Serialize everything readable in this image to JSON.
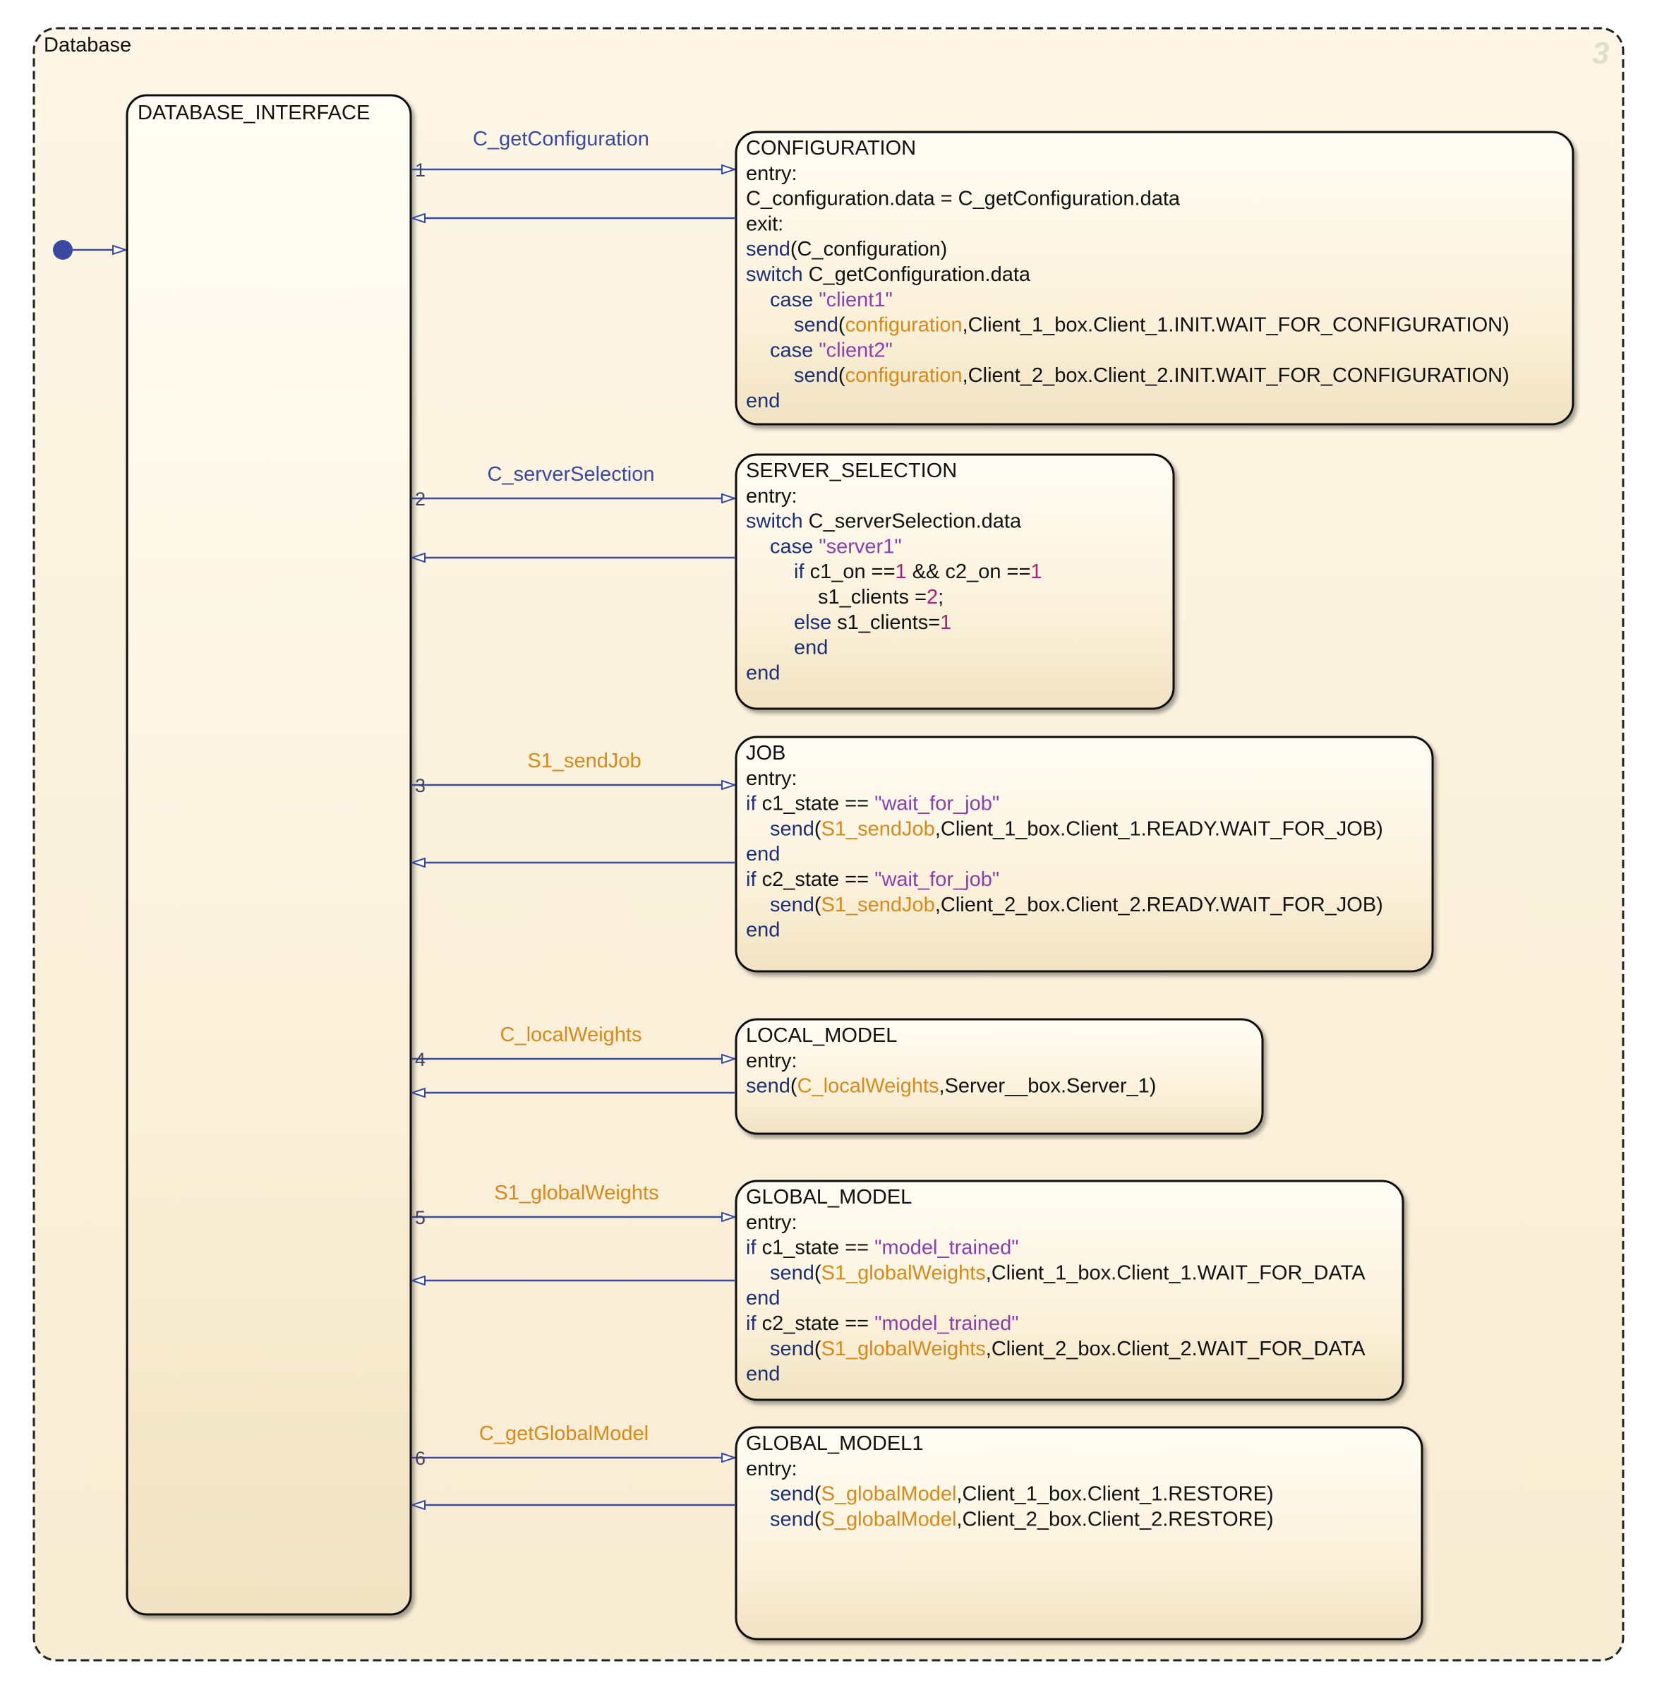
{
  "colors": {
    "keyword": "#1a2f78",
    "string": "#8a3fb0",
    "event": "#d9891a",
    "number": "#b0207a",
    "text": "#111111",
    "arrow": "#3b4aa0",
    "label_blue": "#3b4aa0",
    "label_orange": "#d9891a"
  },
  "chart": {
    "title": "Database",
    "badge": "3",
    "interface_state": "DATABASE_INTERFACE",
    "transitions": [
      {
        "order": "1",
        "label": "C_getConfiguration",
        "label_color": "blue"
      },
      {
        "order": "2",
        "label": "C_serverSelection",
        "label_color": "blue"
      },
      {
        "order": "3",
        "label": "S1_sendJob",
        "label_color": "orange"
      },
      {
        "order": "4",
        "label": "C_localWeights",
        "label_color": "orange"
      },
      {
        "order": "5",
        "label": "S1_globalWeights",
        "label_color": "orange"
      },
      {
        "order": "6",
        "label": "C_getGlobalModel",
        "label_color": "orange"
      }
    ],
    "states": [
      {
        "name": "CONFIGURATION",
        "lines": [
          [
            [
              "t",
              "entry:"
            ]
          ],
          [
            [
              "t",
              "C_configuration.data = C_getConfiguration.data"
            ]
          ],
          [
            [
              "t",
              "exit:"
            ]
          ],
          [
            [
              "k",
              "send"
            ],
            [
              "t",
              "(C_configuration)"
            ]
          ],
          [
            [
              "k",
              "switch "
            ],
            [
              "t",
              "C_getConfiguration.data"
            ]
          ],
          [
            [
              "i",
              "1"
            ],
            [
              "k",
              "case "
            ],
            [
              "s",
              "\"client1\""
            ]
          ],
          [
            [
              "i",
              "2"
            ],
            [
              "k",
              "send"
            ],
            [
              "t",
              "("
            ],
            [
              "e",
              "configuration"
            ],
            [
              "t",
              ",Client_1_box.Client_1.INIT.WAIT_FOR_CONFIGURATION)"
            ]
          ],
          [
            [
              "i",
              "1"
            ],
            [
              "k",
              "case "
            ],
            [
              "s",
              "\"client2\""
            ]
          ],
          [
            [
              "i",
              "2"
            ],
            [
              "k",
              "send"
            ],
            [
              "t",
              "("
            ],
            [
              "e",
              "configuration"
            ],
            [
              "t",
              ",Client_2_box.Client_2.INIT.WAIT_FOR_CONFIGURATION)"
            ]
          ],
          [
            [
              "k",
              "end"
            ]
          ]
        ]
      },
      {
        "name": "SERVER_SELECTION",
        "lines": [
          [
            [
              "t",
              "entry:"
            ]
          ],
          [
            [
              "k",
              "switch "
            ],
            [
              "t",
              "C_serverSelection.data"
            ]
          ],
          [
            [
              "i",
              "1"
            ],
            [
              "k",
              "case "
            ],
            [
              "s",
              "\"server1\""
            ]
          ],
          [
            [
              "i",
              "2"
            ],
            [
              "k",
              "if "
            ],
            [
              "t",
              "c1_on =="
            ],
            [
              "n",
              "1"
            ],
            [
              "t",
              " && c2_on =="
            ],
            [
              "n",
              "1"
            ]
          ],
          [
            [
              "i",
              "3"
            ],
            [
              "t",
              "s1_clients ="
            ],
            [
              "n",
              "2"
            ],
            [
              "t",
              ";"
            ]
          ],
          [
            [
              "i",
              "2"
            ],
            [
              "k",
              "else "
            ],
            [
              "t",
              "s1_clients="
            ],
            [
              "n",
              "1"
            ]
          ],
          [
            [
              "i",
              "2"
            ],
            [
              "k",
              "end"
            ]
          ],
          [
            [
              "k",
              "end"
            ]
          ]
        ]
      },
      {
        "name": "JOB",
        "lines": [
          [
            [
              "t",
              "entry:"
            ]
          ],
          [
            [
              "k",
              "if "
            ],
            [
              "t",
              "c1_state == "
            ],
            [
              "s",
              "\"wait_for_job\""
            ]
          ],
          [
            [
              "i",
              "1"
            ],
            [
              "k",
              "send"
            ],
            [
              "t",
              "("
            ],
            [
              "e",
              "S1_sendJob"
            ],
            [
              "t",
              ",Client_1_box.Client_1.READY.WAIT_FOR_JOB)"
            ]
          ],
          [
            [
              "k",
              "end"
            ]
          ],
          [
            [
              "k",
              "if "
            ],
            [
              "t",
              "c2_state == "
            ],
            [
              "s",
              "\"wait_for_job\""
            ]
          ],
          [
            [
              "i",
              "1"
            ],
            [
              "k",
              "send"
            ],
            [
              "t",
              "("
            ],
            [
              "e",
              "S1_sendJob"
            ],
            [
              "t",
              ",Client_2_box.Client_2.READY.WAIT_FOR_JOB)"
            ]
          ],
          [
            [
              "k",
              "end"
            ]
          ]
        ]
      },
      {
        "name": "LOCAL_MODEL",
        "lines": [
          [
            [
              "t",
              "entry:"
            ]
          ],
          [
            [
              "k",
              "send"
            ],
            [
              "t",
              "("
            ],
            [
              "e",
              "C_localWeights"
            ],
            [
              "t",
              ",Server__box.Server_1)"
            ]
          ]
        ]
      },
      {
        "name": "GLOBAL_MODEL",
        "lines": [
          [
            [
              "t",
              "entry:"
            ]
          ],
          [
            [
              "k",
              "if "
            ],
            [
              "t",
              "c1_state == "
            ],
            [
              "s",
              "\"model_trained\""
            ]
          ],
          [
            [
              "i",
              "1"
            ],
            [
              "k",
              "send"
            ],
            [
              "t",
              "("
            ],
            [
              "e",
              "S1_globalWeights"
            ],
            [
              "t",
              ",Client_1_box.Client_1.WAIT_FOR_DATA"
            ]
          ],
          [
            [
              "k",
              "end"
            ]
          ],
          [
            [
              "k",
              "if "
            ],
            [
              "t",
              "c2_state == "
            ],
            [
              "s",
              "\"model_trained\""
            ]
          ],
          [
            [
              "i",
              "1"
            ],
            [
              "k",
              "send"
            ],
            [
              "t",
              "("
            ],
            [
              "e",
              "S1_globalWeights"
            ],
            [
              "t",
              ",Client_2_box.Client_2.WAIT_FOR_DATA"
            ]
          ],
          [
            [
              "k",
              "end"
            ]
          ]
        ]
      },
      {
        "name": "GLOBAL_MODEL1",
        "lines": [
          [
            [
              "t",
              "entry:"
            ]
          ],
          [
            [
              "i",
              "1"
            ],
            [
              "k",
              "send"
            ],
            [
              "t",
              "("
            ],
            [
              "e",
              "S_globalModel"
            ],
            [
              "t",
              ",Client_1_box.Client_1.RESTORE)"
            ]
          ],
          [
            [
              "i",
              "1"
            ],
            [
              "k",
              "send"
            ],
            [
              "t",
              "("
            ],
            [
              "e",
              "S_globalModel"
            ],
            [
              "t",
              ",Client_2_box.Client_2.RESTORE)"
            ]
          ]
        ]
      }
    ]
  }
}
